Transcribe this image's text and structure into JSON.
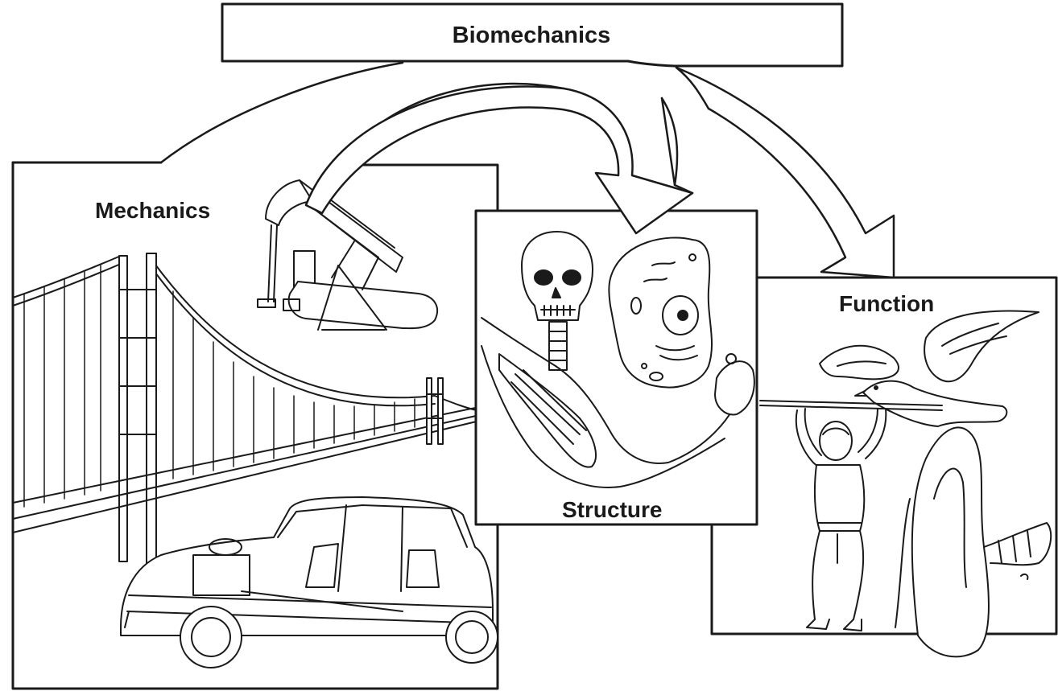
{
  "diagram": {
    "title": "Biomechanics",
    "panels": [
      {
        "label": "Mechanics",
        "depicts": [
          "suspension-bridge",
          "oil-pump-jack",
          "automobile"
        ]
      },
      {
        "label": "Structure",
        "depicts": [
          "skull",
          "cell",
          "arm-muscle"
        ]
      },
      {
        "label": "Function",
        "depicts": [
          "seagull",
          "weightlifter",
          "ear"
        ]
      }
    ],
    "colors": {
      "ink": "#1a1a1a",
      "paper": "#ffffff"
    }
  }
}
